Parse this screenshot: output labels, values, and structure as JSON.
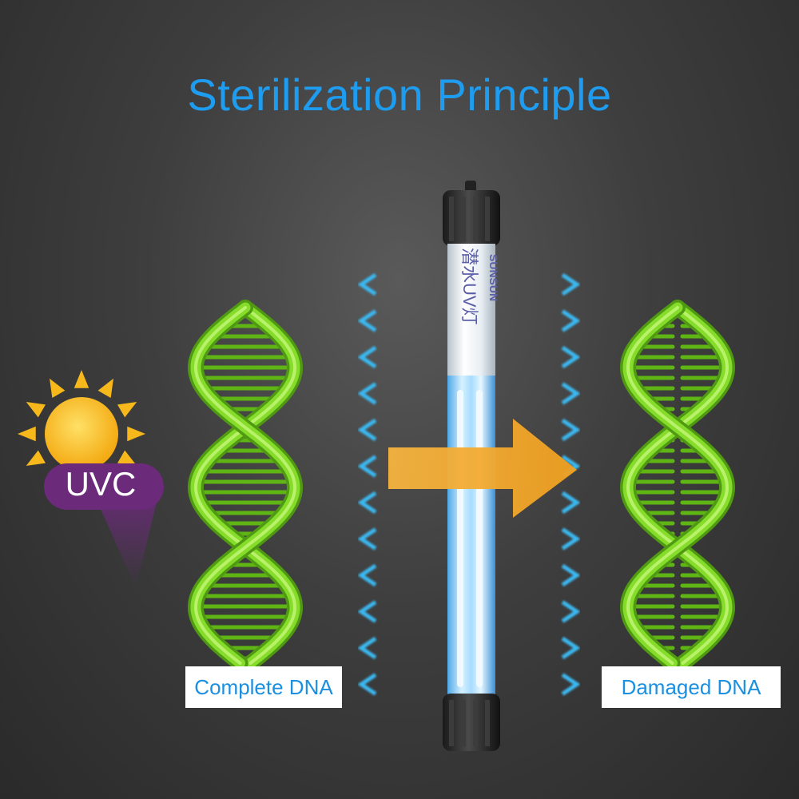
{
  "title": "Sterilization Principle",
  "badge": {
    "text": "UVC",
    "color": "#6b2a7a"
  },
  "labels": {
    "left": "Complete DNA",
    "right": "Damaged DNA"
  },
  "tube": {
    "brand": "SUNSUN",
    "name": "潜水UV灯"
  },
  "colors": {
    "title": "#1e9cf0",
    "dna": "#7ad320",
    "rays": "#3ab8f0",
    "arrow": "#f2a830",
    "sun": "#f6b81a"
  },
  "icons": [
    "sun-icon",
    "dna-helix-icon",
    "uv-lamp-icon",
    "arrow-right-icon"
  ]
}
